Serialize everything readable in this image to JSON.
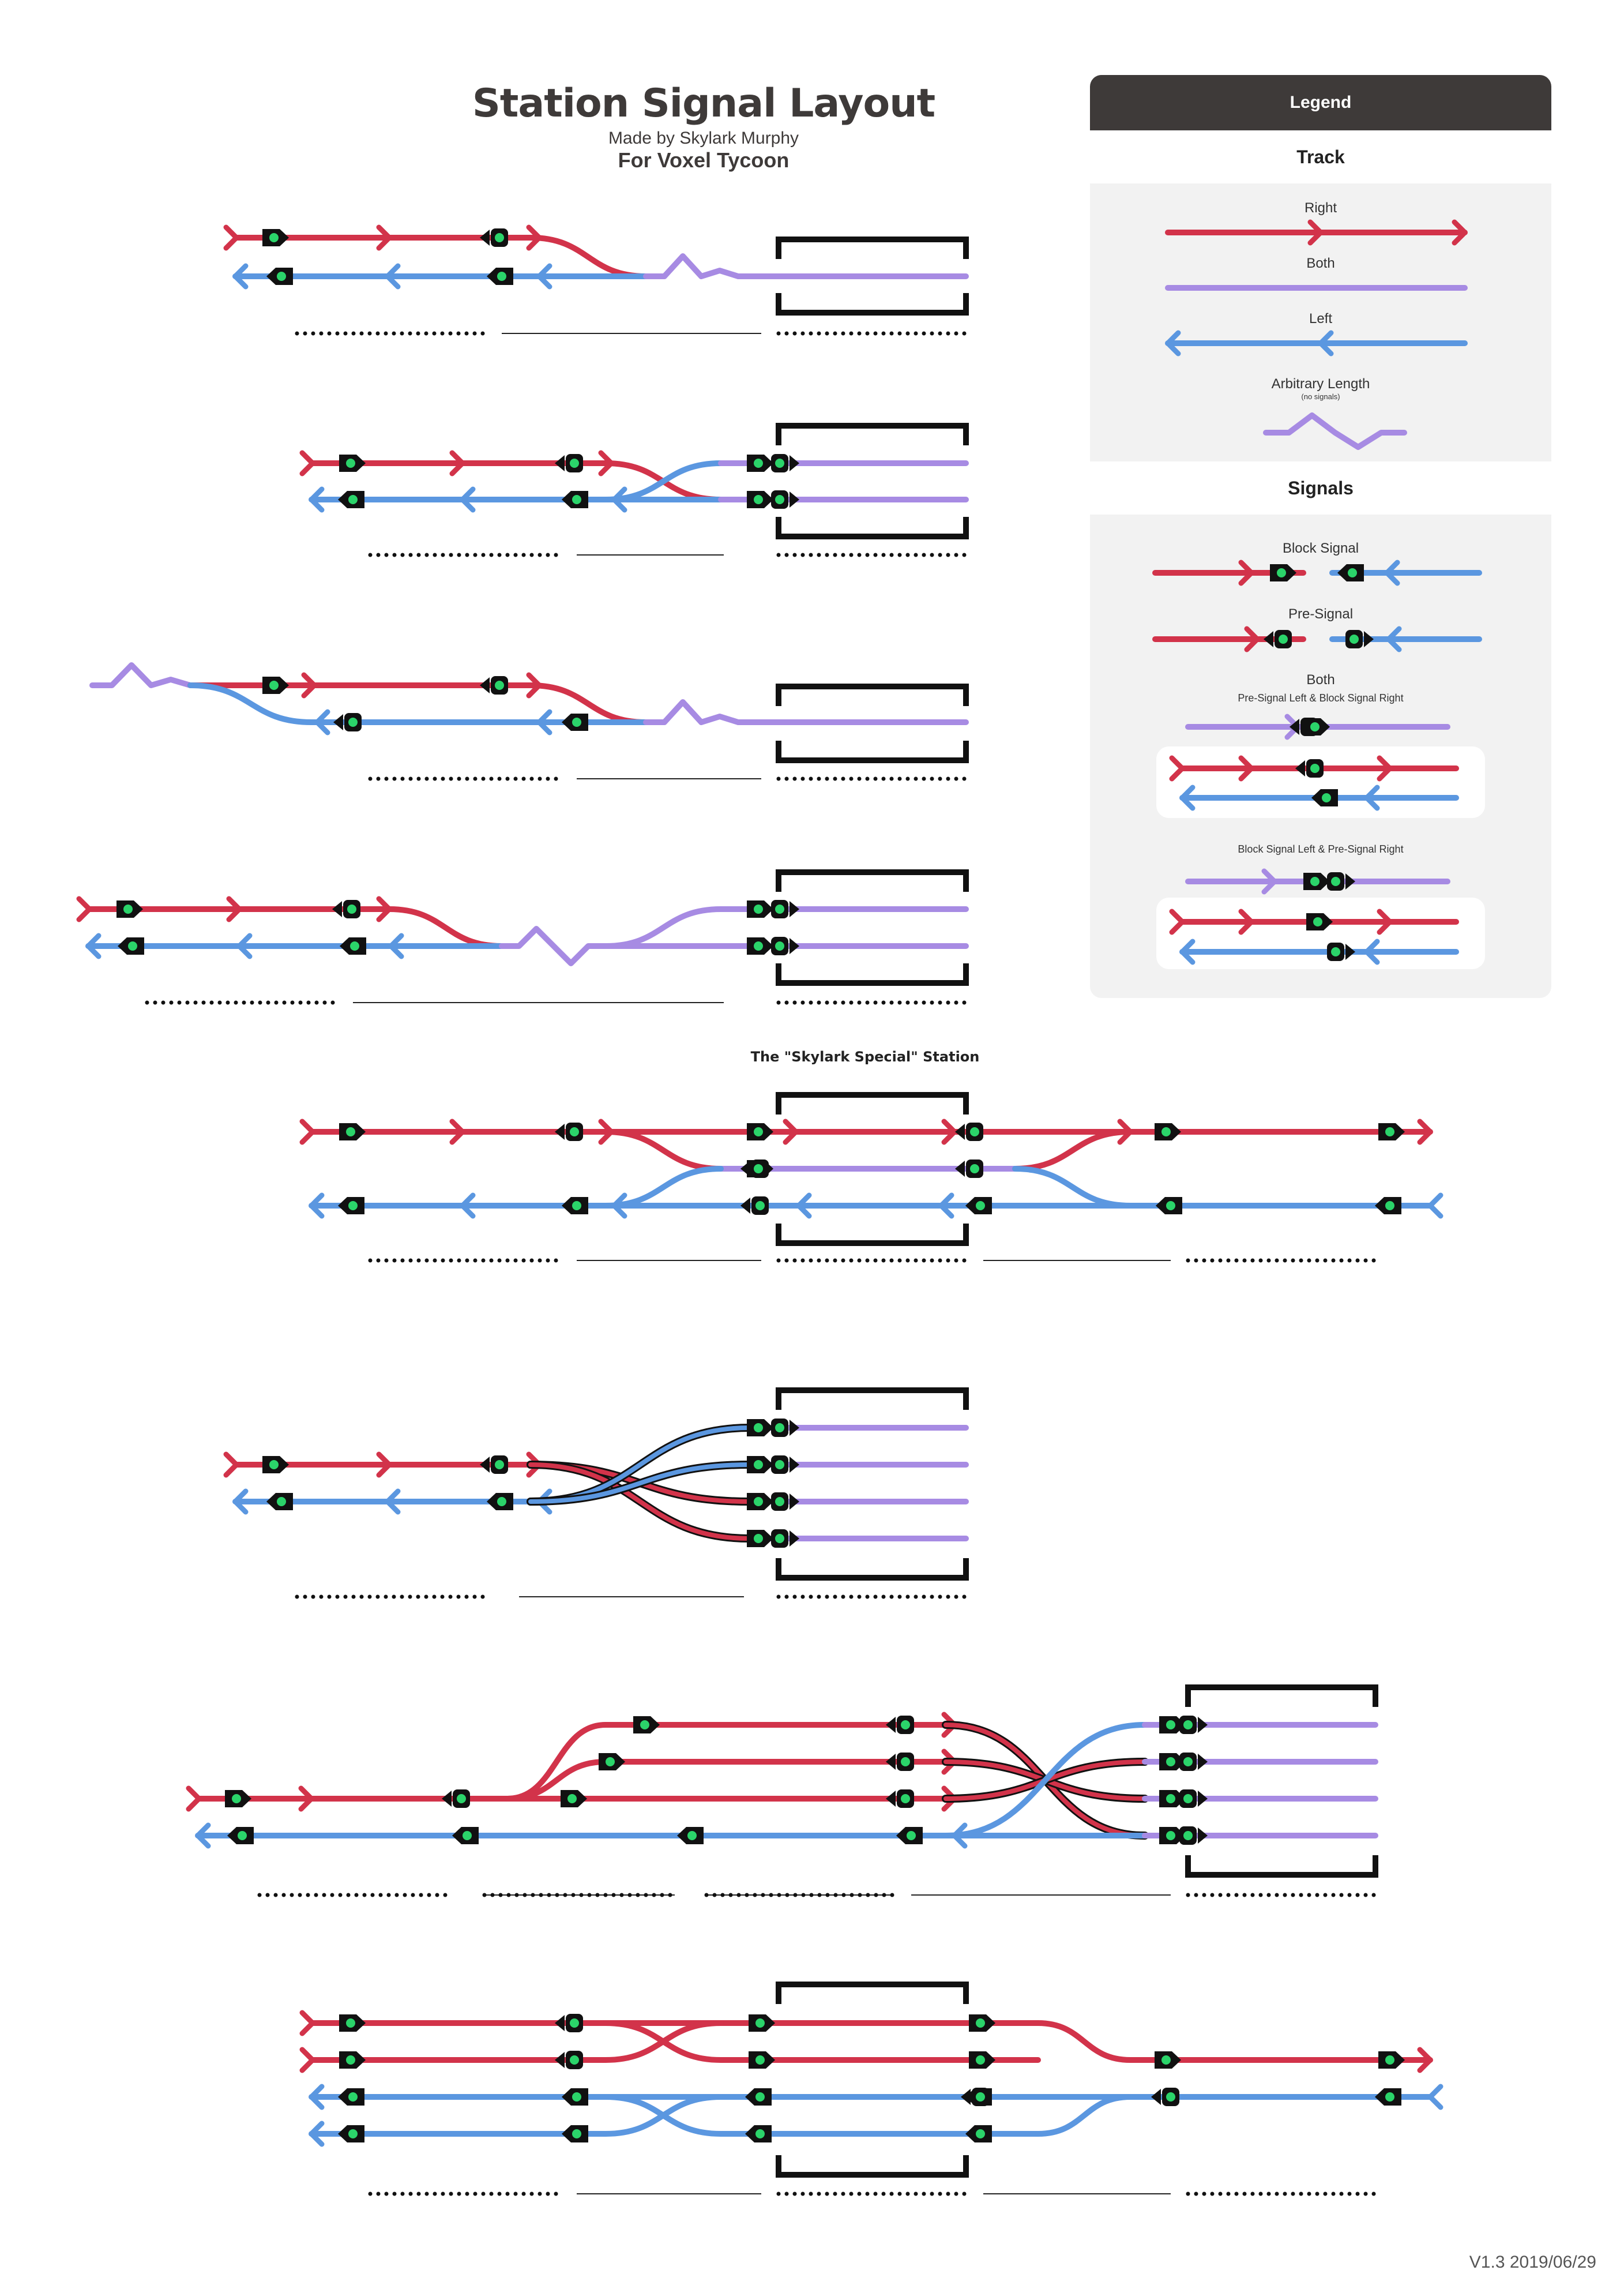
{
  "header": {
    "title": "Station Signal Layout",
    "byline": "Made by Skylark Murphy",
    "game": "For Voxel Tycoon"
  },
  "legend": {
    "title": "Legend",
    "track_section": "Track",
    "track_right": "Right",
    "track_both": "Both",
    "track_left": "Left",
    "track_arbitrary": "Arbitrary Length",
    "track_arbitrary_note": "(no signals)",
    "signals_section": "Signals",
    "block_signal": "Block Signal",
    "pre_signal": "Pre-Signal",
    "both": "Both",
    "both_desc_1": "Pre-Signal Left & Block Signal Right",
    "both_desc_2": "Block Signal Left & Pre-Signal Right"
  },
  "skylark_special_label": "The \"Skylark Special\" Station",
  "version": "V1.3 2019/06/29",
  "colors": {
    "right": "#d2334a",
    "left": "#5b97e0",
    "both": "#a78be3",
    "signal_body": "#111111",
    "signal_light": "#2bd46a",
    "legend_header": "#3e3a39"
  }
}
